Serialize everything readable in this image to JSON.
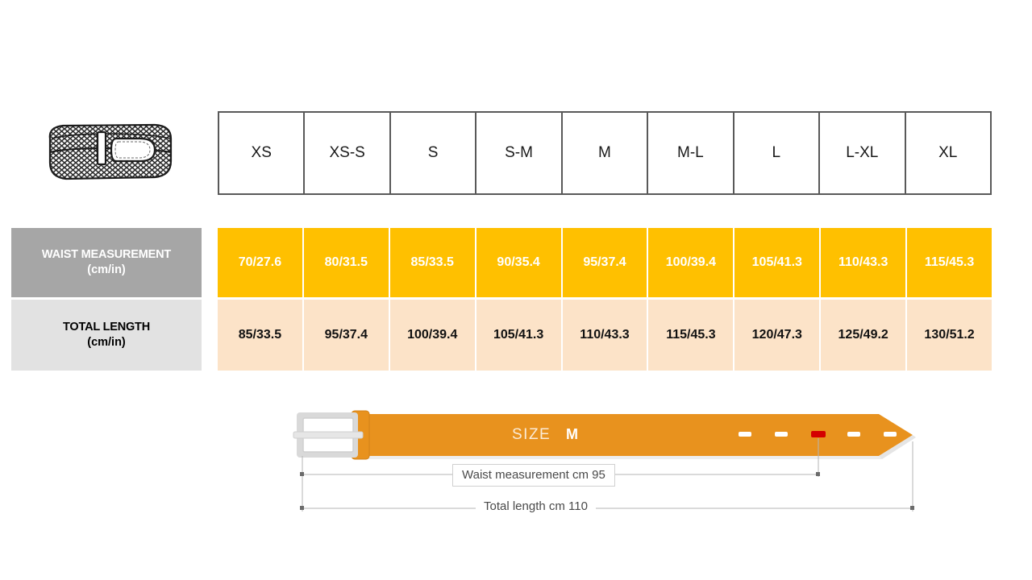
{
  "product": {
    "icon": "braided-belt-icon"
  },
  "size_table": {
    "sizes": [
      "XS",
      "XS-S",
      "S",
      "S-M",
      "M",
      "M-L",
      "L",
      "L-XL",
      "XL"
    ],
    "rows": [
      {
        "id": "waist",
        "label_main": "WAIST MEASUREMENT",
        "label_sub": "(cm/in)",
        "values": [
          "70/27.6",
          "80/31.5",
          "85/33.5",
          "90/35.4",
          "95/37.4",
          "100/39.4",
          "105/41.3",
          "110/43.3",
          "115/45.3"
        ]
      },
      {
        "id": "length",
        "label_main": "TOTAL LENGTH",
        "label_sub": "(cm/in)",
        "values": [
          "85/33.5",
          "95/37.4",
          "100/39.4",
          "105/41.3",
          "110/43.3",
          "115/45.3",
          "120/47.3",
          "125/49.2",
          "130/51.2"
        ]
      }
    ]
  },
  "belt_diagram": {
    "size_prefix": "SIZE",
    "size_value": "M",
    "waist_label": "Waist measurement cm 95",
    "total_length_label": "Total length cm 110",
    "holes_total": 5,
    "highlighted_hole_index": 3,
    "icons": {
      "buckle": "belt-buckle-icon",
      "keeper": "belt-keeper-loop-icon",
      "hole": "belt-hole-icon",
      "hole_active": "belt-hole-active-icon"
    }
  },
  "colors": {
    "header_border": "#595959",
    "waist_cell_bg": "#ffc000",
    "length_cell_bg": "#fce3c8",
    "waist_label_bg": "#a6a6a6",
    "length_label_bg": "#e2e2e2",
    "belt_orange": "#e8921e",
    "buckle_gray": "#d9d9d9",
    "hole_active": "#d40000",
    "dimension_line": "#b0b0b0"
  }
}
